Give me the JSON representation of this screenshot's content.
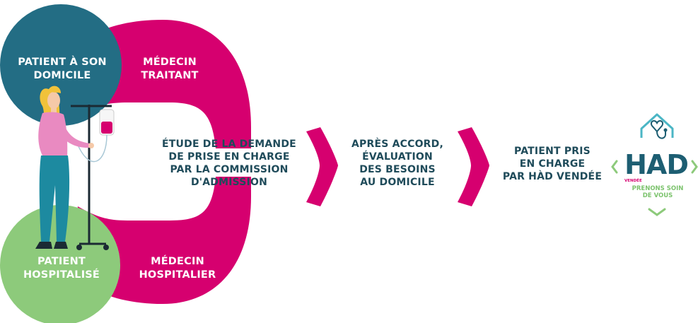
{
  "colors": {
    "magenta": "#d6006f",
    "teal": "#236d84",
    "green": "#8dca7b",
    "dark_text": "#1f4b5a",
    "white": "#ffffff"
  },
  "sources": {
    "top_circle": "PATIENT À SON\nDOMICILE",
    "top_arc": "MÉDECIN\nTRAITANT",
    "bottom_circle": "PATIENT\nHOSPITALISÉ",
    "bottom_arc": "MÉDECIN\nHOSPITALIER"
  },
  "steps": [
    "ÉTUDE DE LA DEMANDE\nDE PRISE EN CHARGE\nPAR LA COMMISSION\nD'ADMISSION",
    "APRÈS ACCORD,\nÉVALUATION\nDES BESOINS\nAU DOMICILE",
    "PATIENT PRIS\nEN CHARGE\nPAR HÀD VENDÉE"
  ],
  "logo": {
    "wordmark": "HAD",
    "region": "VENDÉE",
    "tagline": "PRENONS SOIN\nDE VOUS",
    "icons": [
      "house-heart-icon",
      "stethoscope-icon",
      "chevron-left-icon",
      "chevron-right-icon",
      "chevron-down-icon"
    ]
  },
  "illustration": "patient-with-iv-drip"
}
